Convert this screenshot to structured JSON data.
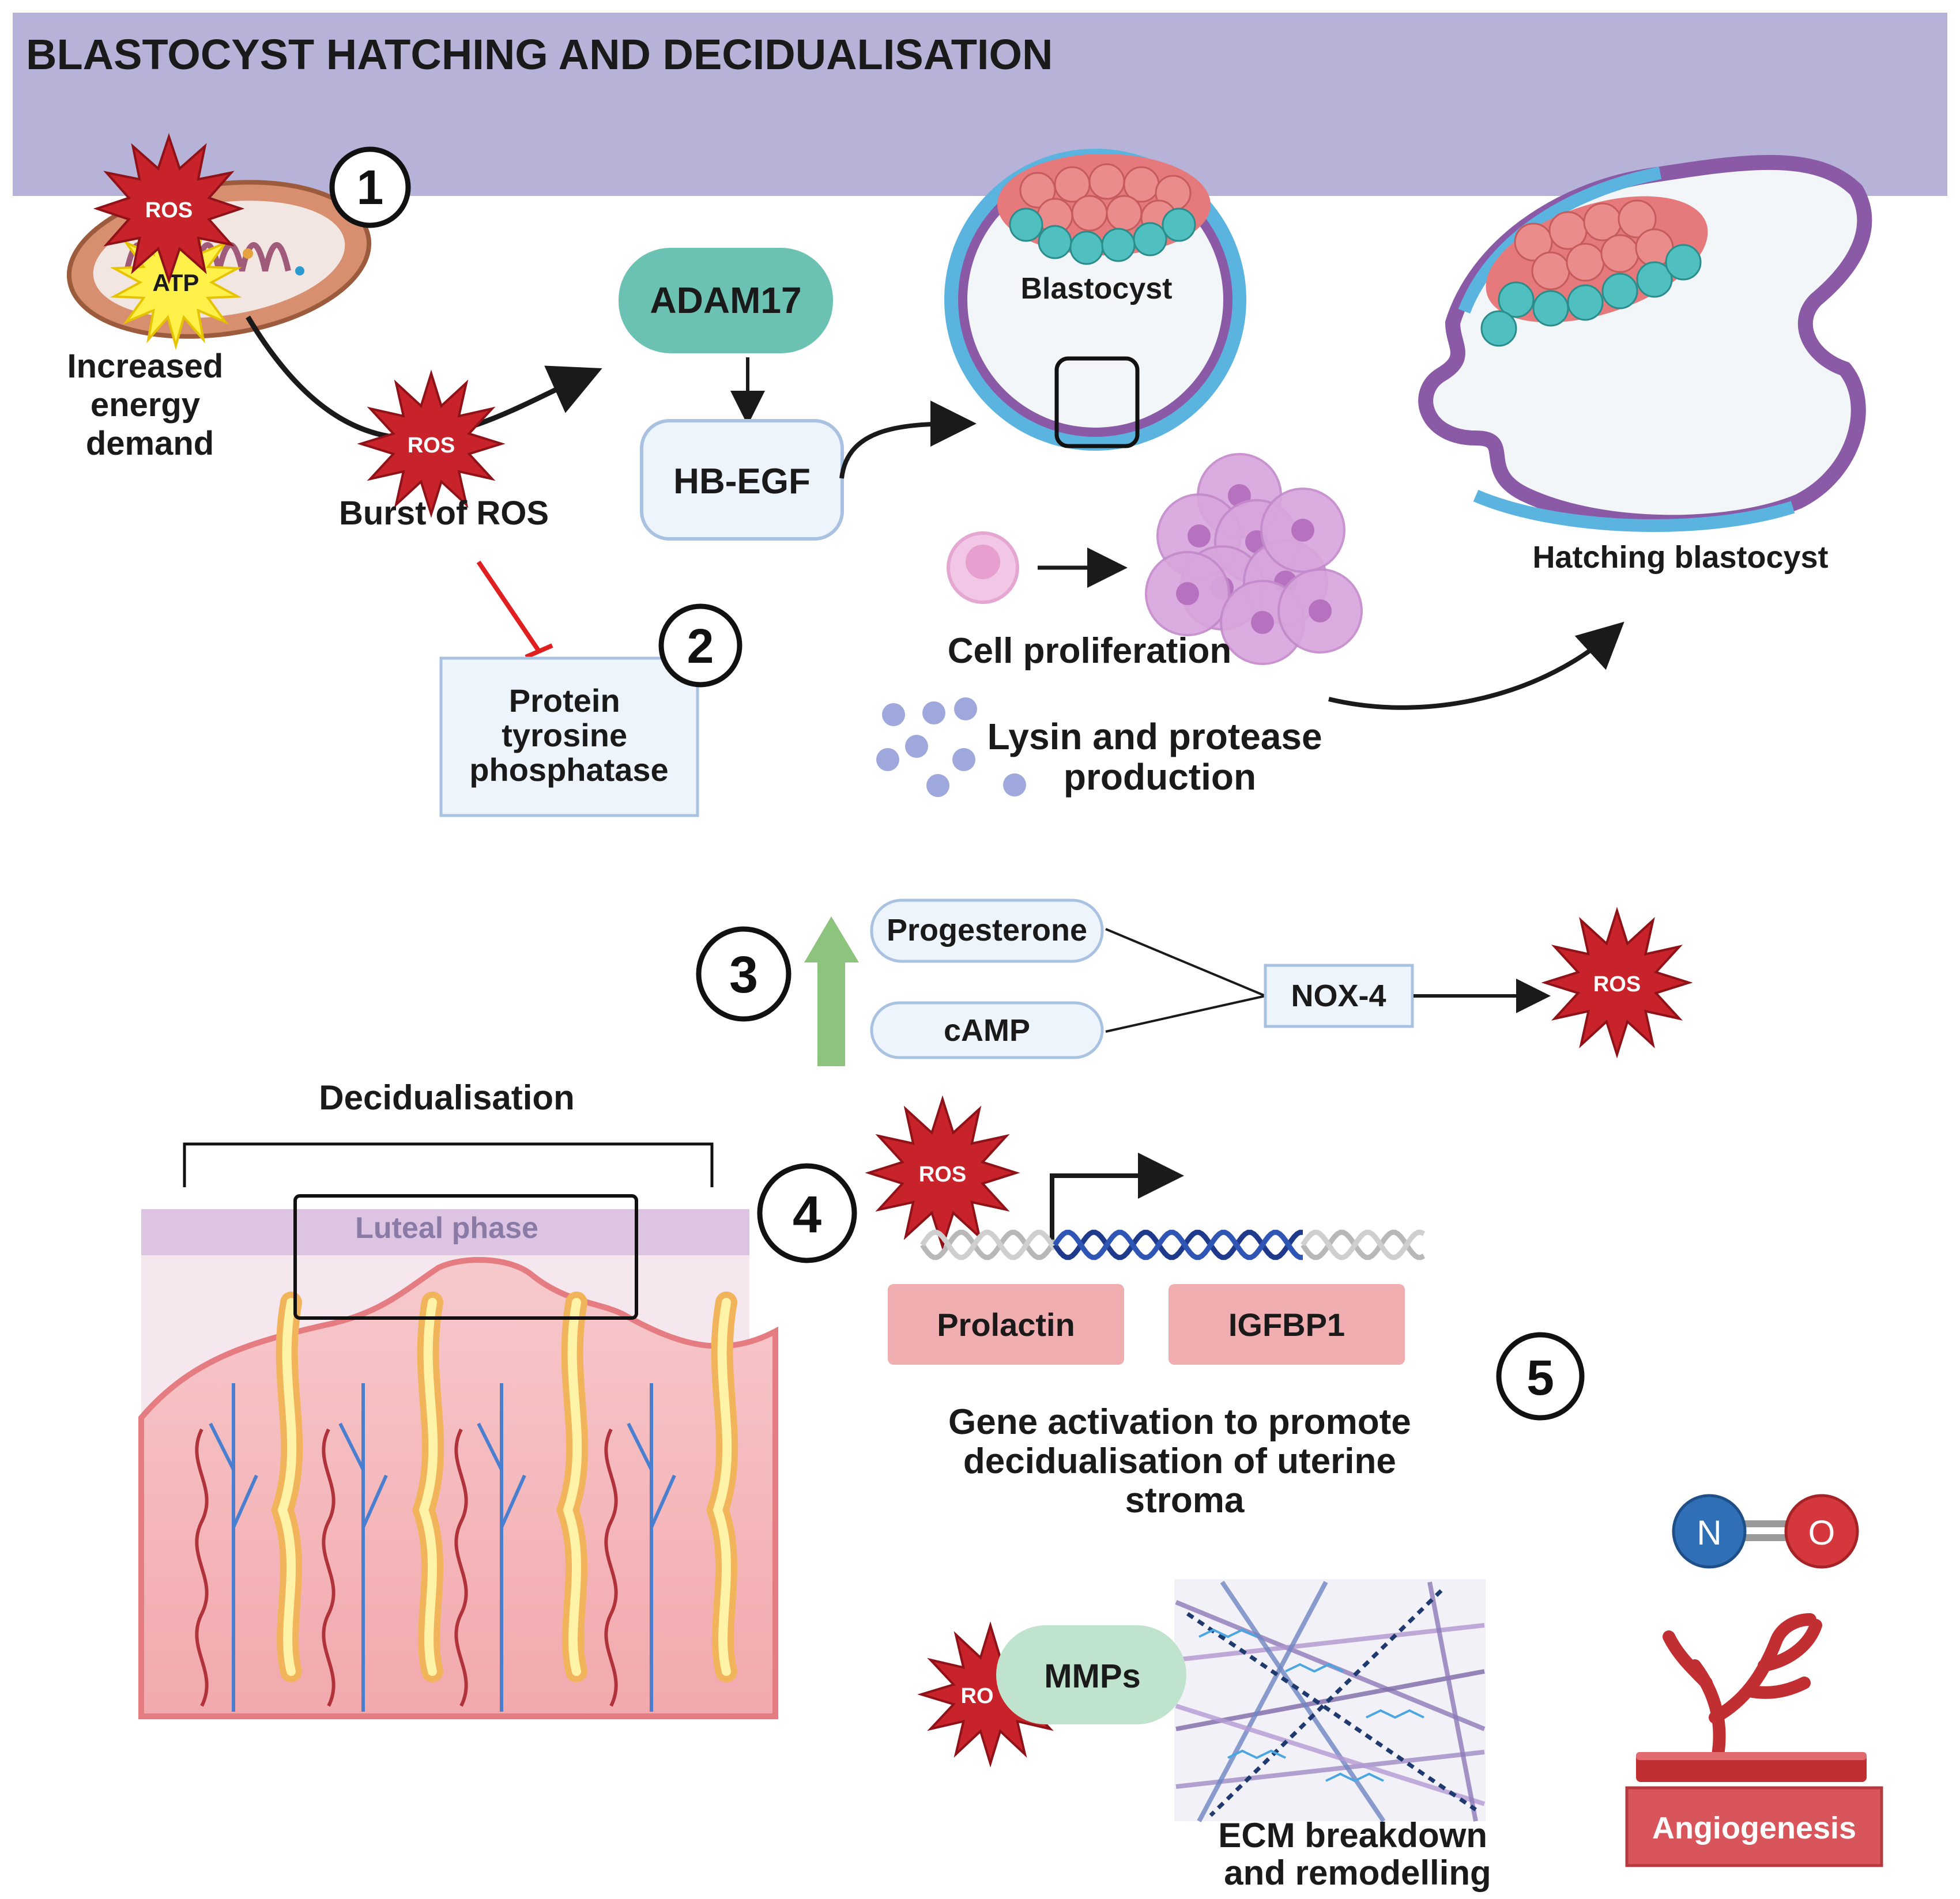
{
  "title": "BLASTOCYST HATCHING AND DECIDUALISATION",
  "colors": {
    "header_band": "#b7b2d8",
    "ros_star": "#c8232b",
    "atp_star": "#fff04a",
    "adam17": "#6bc2b2",
    "hbegf_fill": "#eef4fb",
    "hbegf_border": "#a9c2e2",
    "pink_box": "#f1aeb0",
    "green_arrow": "#8cc47e",
    "mmps": "#bfe3cc",
    "angiogenesis": "#d9555c"
  },
  "steps": [
    "1",
    "2",
    "3",
    "4",
    "5"
  ],
  "labels": {
    "ros": "ROS",
    "atp": "ATP",
    "ros_partial": "RO",
    "increased_energy": [
      "Increased",
      "energy",
      "demand"
    ],
    "burst_of_ros": "Burst of ROS",
    "adam17": "ADAM17",
    "hbegf": "HB-EGF",
    "blastocyst": "Blastocyst",
    "hatching_blastocyst": "Hatching blastocyst",
    "cell_proliferation": "Cell proliferation",
    "lysin_protease": [
      "Lysin and protease",
      "production"
    ],
    "protein_tyrosine": [
      "Protein",
      "tyrosine",
      "phosphatase"
    ],
    "progesterone": "Progesterone",
    "camp": "cAMP",
    "nox4": "NOX-4",
    "decidualisation": "Decidualisation",
    "luteal_phase": "Luteal phase",
    "prolactin": "Prolactin",
    "igfbp1": "IGFBP1",
    "gene_activation": [
      "Gene activation to promote",
      "decidualisation of uterine",
      "stroma"
    ],
    "mmps": "MMPs",
    "ecm": [
      "ECM breakdown",
      "and remodelling"
    ],
    "no_n": "N",
    "no_o": "O",
    "angiogenesis": "Angiogenesis"
  }
}
